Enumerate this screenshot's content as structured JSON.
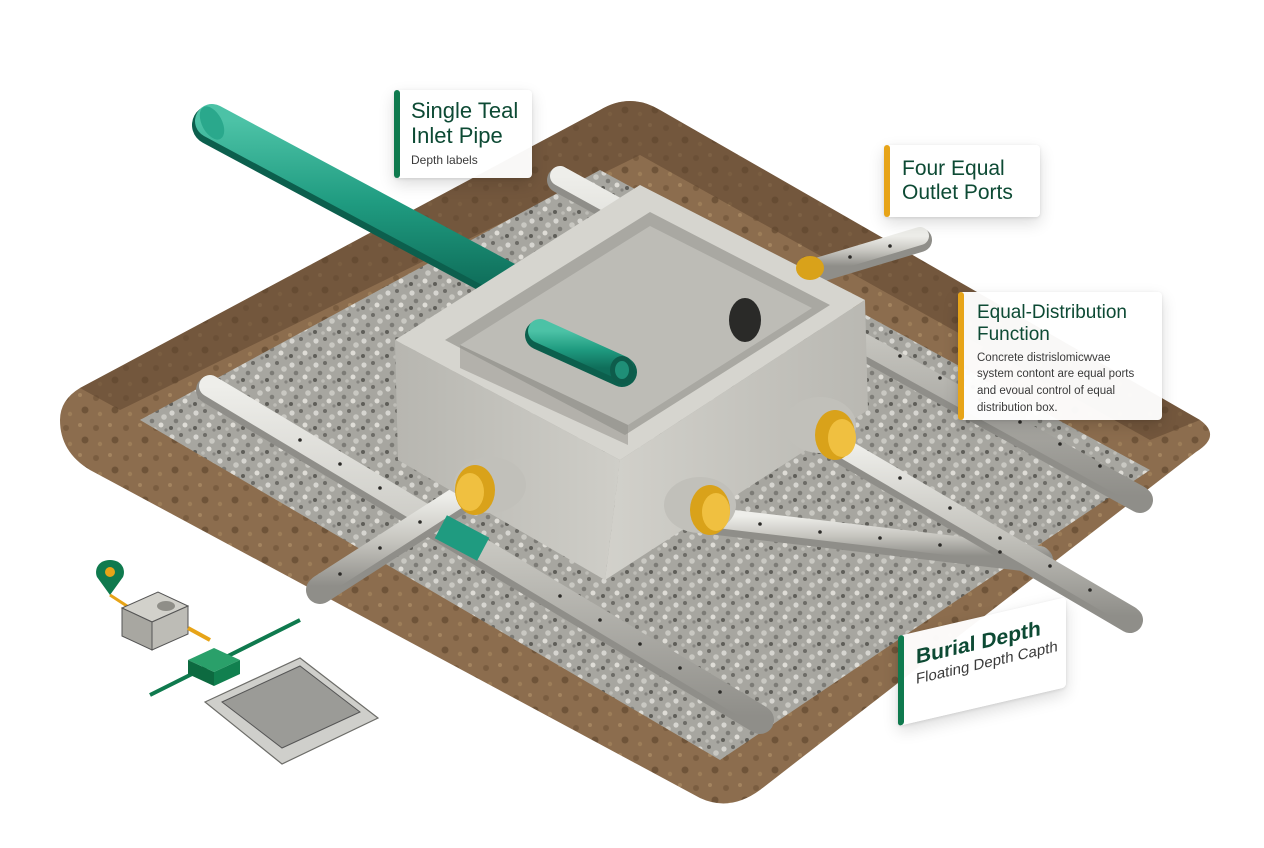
{
  "callouts": {
    "inlet": {
      "title_line1": "Single Teal",
      "title_line2": "Inlet Pipe",
      "subtitle": "Depth labels"
    },
    "outlets": {
      "title_line1": "Four Equal",
      "title_line2": "Outlet Ports"
    },
    "function": {
      "title_line1": "Equal-Distribution",
      "title_line2": "Function",
      "body_line1": "Concrete distrislomicwvae",
      "body_line2": "system contont are equal ports",
      "body_line3": "and evoual control of equal",
      "body_line4": "distribution box."
    },
    "depth": {
      "title": "Burial Depth",
      "subtitle": "Floating Depth Capth"
    }
  },
  "colors": {
    "teal_pipe": "#1e9a80",
    "dark_green_text": "#0d4a34",
    "accent_green": "#0f7a4e",
    "accent_gold": "#e7a418",
    "concrete": "#c4c3bd",
    "soil": "#8a6a4b",
    "gravel": "#a3a29c",
    "gasket_gold": "#d9a21a"
  },
  "icons": [
    "map-pin-icon",
    "septic-tank-icon",
    "distribution-box-icon",
    "drain-field-icon"
  ]
}
